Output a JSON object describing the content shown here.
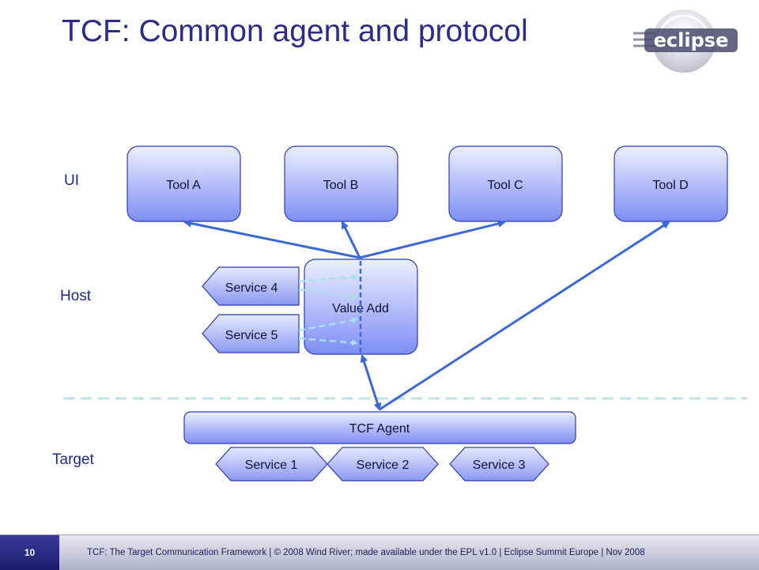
{
  "title": "TCF: Common agent and protocol",
  "logo": {
    "text": "eclipse",
    "icon": "eclipse-logo-icon"
  },
  "layers": {
    "ui": "UI",
    "host": "Host",
    "target": "Target"
  },
  "tools": [
    "Tool A",
    "Tool B",
    "Tool C",
    "Tool D"
  ],
  "value_add": "Value Add",
  "host_services": [
    "Service 4",
    "Service 5"
  ],
  "agent": "TCF Agent",
  "target_services": [
    "Service 1",
    "Service 2",
    "Service 3"
  ],
  "footer": {
    "page_number": "10",
    "text": "TCF: The Target Communication Framework | © 2008 Wind River; made available under the EPL v1.0 | Eclipse Summit Europe | Nov 2008"
  },
  "colors": {
    "box_top": "#ecefff",
    "box_bottom": "#7e8ef4",
    "arrow": "#3a68d8",
    "dashed": "#b8e2e6",
    "title": "#2b2b8a"
  }
}
